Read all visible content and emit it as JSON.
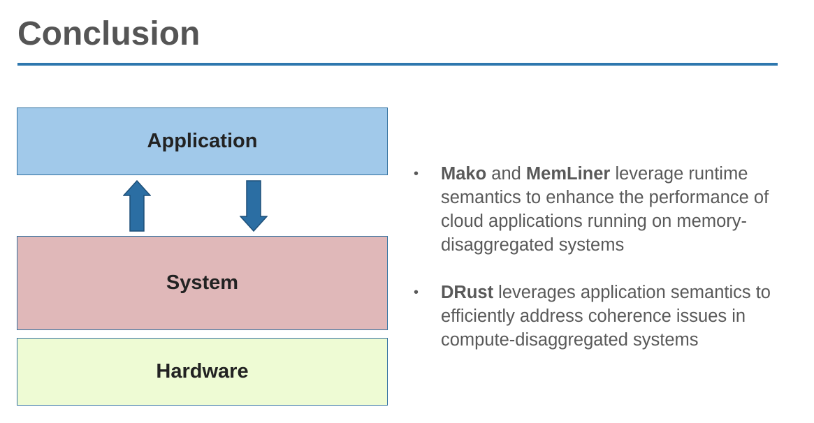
{
  "slide": {
    "title": "Conclusion"
  },
  "diagram": {
    "layers": {
      "application": "Application",
      "system": "System",
      "hardware": "Hardware"
    }
  },
  "bullets": [
    {
      "term1": "Mako",
      "connector": " and ",
      "term2": "MemLiner",
      "text": " leverage runtime semantics to enhance the performance of cloud applications running on memory-disaggregated systems"
    },
    {
      "term1": "DRust",
      "text": " leverages application semantics to efficiently address coherence issues in compute-disaggregated systems"
    }
  ],
  "colors": {
    "accent": "#2e77ae",
    "application_fill": "#a1c9ea",
    "system_fill": "#e0b8b9",
    "hardware_fill": "#eefbd4",
    "arrow_fill": "#2b6ea3"
  }
}
